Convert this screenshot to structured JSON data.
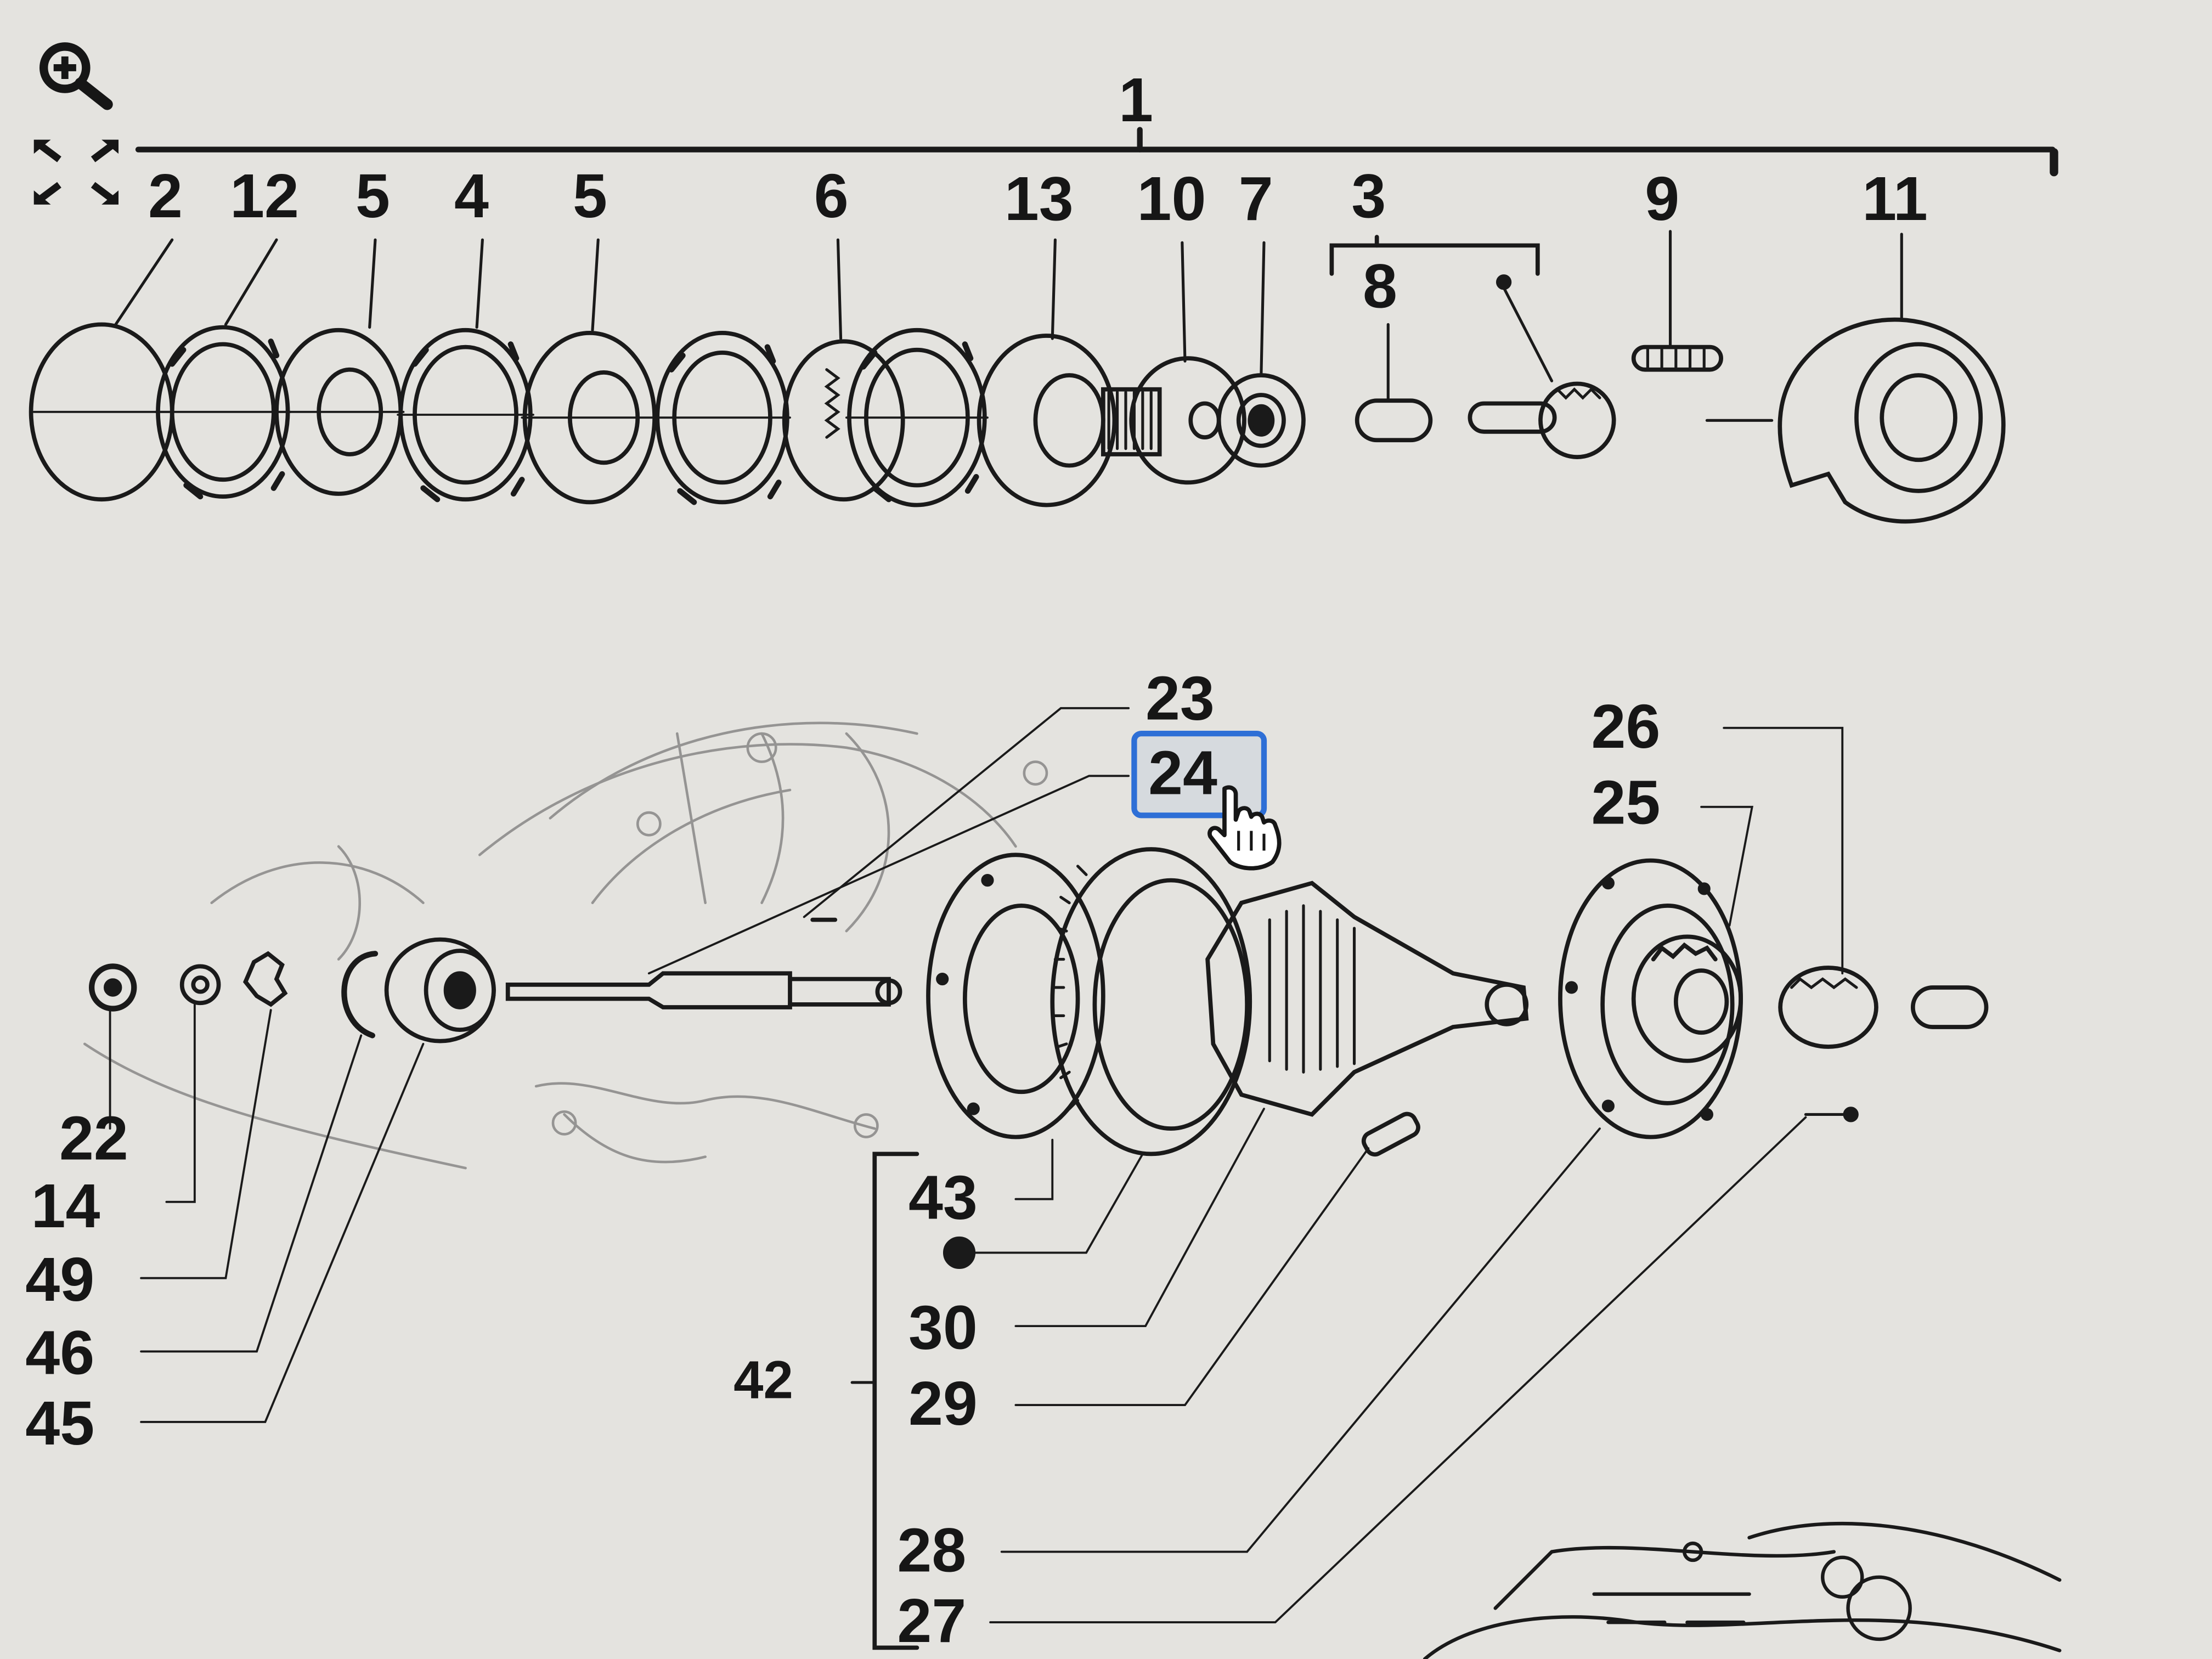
{
  "toolbar": {
    "zoom_icon": "magnifier-plus-icon",
    "fullscreen_icon": "expand-arrows-icon"
  },
  "colors": {
    "ink": "#161616",
    "paper": "#e4e3df",
    "highlight": "#2e6fd6"
  },
  "hovered_part": "24",
  "cursor_icon": "hand-pointer-icon",
  "labels": {
    "p1": "1",
    "p2": "2",
    "p12": "12",
    "p5a": "5",
    "p4": "4",
    "p5b": "5",
    "p6": "6",
    "p13": "13",
    "p10": "10",
    "p7": "7",
    "p3": "3",
    "p8": "8",
    "p9": "9",
    "p11": "11",
    "p23": "23",
    "p24": "24",
    "p26": "26",
    "p25": "25",
    "p22": "22",
    "p14": "14",
    "p49": "49",
    "p46": "46",
    "p45": "45",
    "p43": "43",
    "p30": "30",
    "p29": "29",
    "p42": "42",
    "p28": "28",
    "p27": "27"
  }
}
